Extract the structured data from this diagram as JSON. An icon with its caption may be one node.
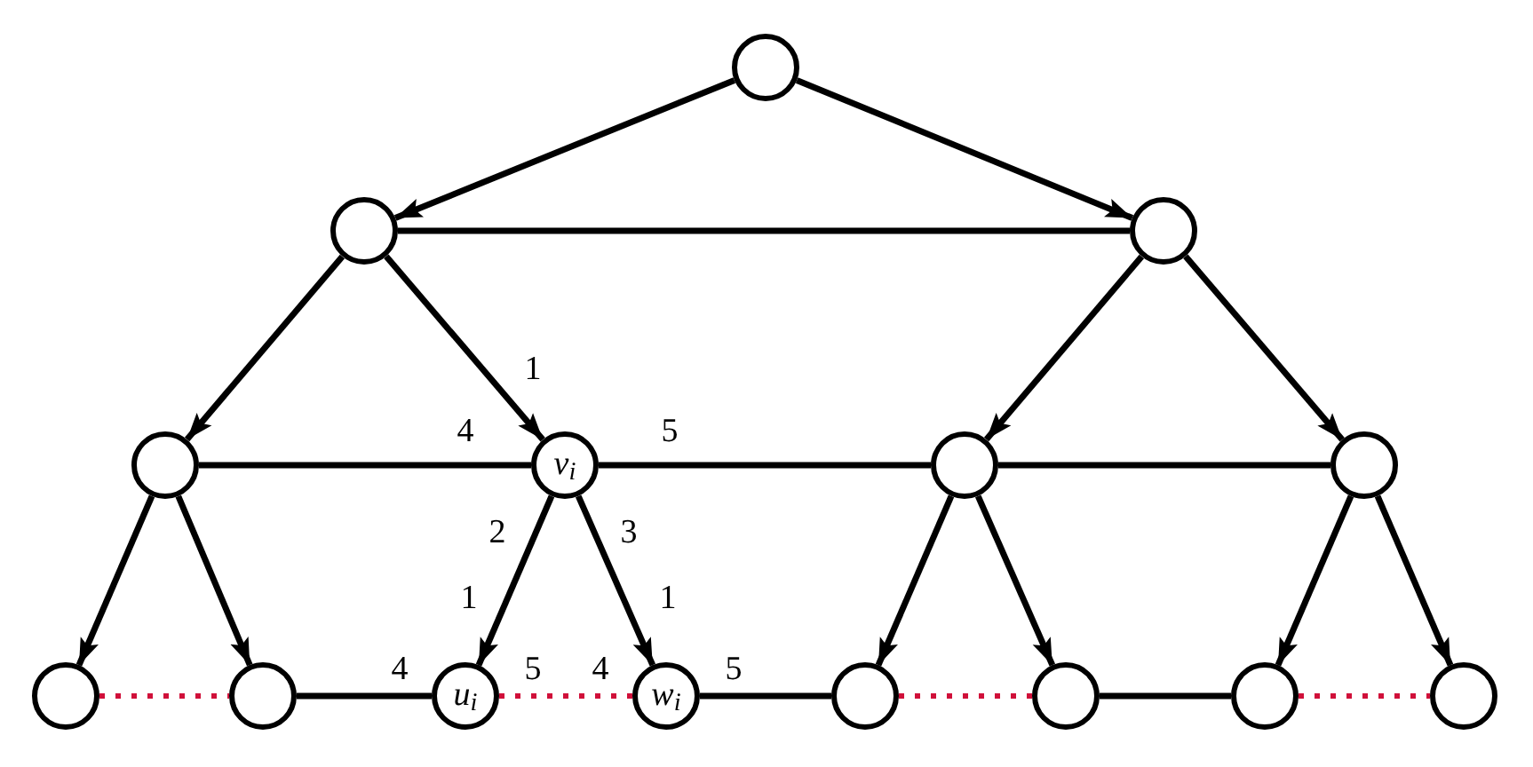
{
  "diagram": {
    "nodes": [
      {
        "text": [],
        "shape": "circle"
      },
      {
        "text": [],
        "shape": "circle"
      },
      {
        "text": [],
        "shape": "circle"
      },
      {
        "text": [],
        "shape": "circle"
      },
      {
        "text": [
          "v$_{i}$"
        ]
      },
      {
        "text": [],
        "shape": "circle"
      },
      {
        "text": [],
        "shape": "circle"
      },
      {
        "text": [],
        "shape": "circle"
      },
      {
        "text": [],
        "shape": "circle"
      },
      {
        "text": [
          "u$_{i}$"
        ]
      },
      {
        "text": [
          "w$_{i}$"
        ]
      },
      {
        "text": [],
        "shape": "circle"
      },
      {
        "text": [],
        "shape": "circle"
      },
      {
        "text": [],
        "shape": "circle"
      },
      {
        "text": [],
        "shape": "circle"
      }
    ],
    "edges": [
      {
        "from": 0,
        "to": 1,
        "arrow": "to"
      },
      {
        "from": 0,
        "to": 2,
        "arrow": "to"
      },
      {
        "from": 1,
        "to": 2,
        "arrow": "none"
      },
      {
        "from": 1,
        "to": 3,
        "arrow": "to"
      },
      {
        "from": 1,
        "to": 4,
        "arrow": "to"
      },
      {
        "from": 2,
        "to": 5,
        "arrow": "to"
      },
      {
        "from": 2,
        "to": 6,
        "arrow": "to"
      },
      {
        "from": 3,
        "to": 4,
        "arrow": "none"
      },
      {
        "from": 4,
        "to": 5,
        "arrow": "none"
      },
      {
        "from": 5,
        "to": 6,
        "arrow": "none"
      },
      {
        "from": 3,
        "to": 7,
        "arrow": "to"
      },
      {
        "from": 3,
        "to": 8,
        "arrow": "to"
      },
      {
        "from": 4,
        "to": 9,
        "arrow": "to"
      },
      {
        "from": 4,
        "to": 10,
        "arrow": "to"
      },
      {
        "from": 5,
        "to": 11,
        "arrow": "to"
      },
      {
        "from": 5,
        "to": 12,
        "arrow": "to"
      },
      {
        "from": 6,
        "to": 13,
        "arrow": "to"
      },
      {
        "from": 6,
        "to": 14,
        "arrow": "to"
      },
      {
        "from": 7,
        "to": 8,
        "arrow": "none",
        "style": "dashed",
        "color": "#d0103a"
      },
      {
        "from": 8,
        "to": 9,
        "arrow": "none"
      },
      {
        "from": 9,
        "to": 10,
        "arrow": "none",
        "style": "dashed",
        "color": "#d0103a"
      },
      {
        "from": 10,
        "to": 11,
        "arrow": "none"
      },
      {
        "from": 11,
        "to": 12,
        "arrow": "none",
        "style": "dashed",
        "color": "#d0103a"
      },
      {
        "from": 12,
        "to": 13,
        "arrow": "none"
      },
      {
        "from": 13,
        "to": 14,
        "arrow": "none",
        "style": "dashed",
        "color": "#d0103a"
      }
    ],
    "labels": [
      "1",
      "4",
      "5",
      "2",
      "3",
      "1",
      "1",
      "4",
      "5",
      "4",
      "5"
    ]
  }
}
